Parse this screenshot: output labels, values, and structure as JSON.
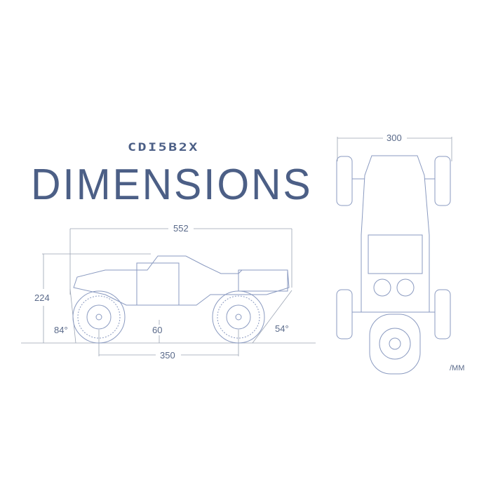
{
  "header": {
    "model": "CDI5B2X",
    "title": "DIMENSIONS"
  },
  "side_view": {
    "length": "552",
    "height": "224",
    "ground_clearance": "60",
    "wheelbase": "350",
    "approach_angle": "84°",
    "departure_angle": "54°"
  },
  "top_view": {
    "width": "300"
  },
  "unit": "/MM",
  "colors": {
    "text": "#4c5f86",
    "lines": "#8a9ac0",
    "dim_lines": "#9aa3b3"
  }
}
